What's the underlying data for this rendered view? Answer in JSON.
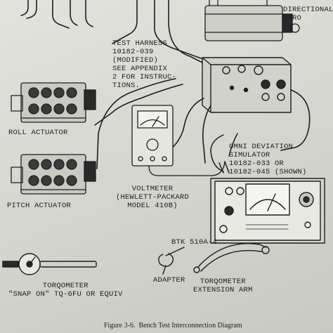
{
  "labels": {
    "gyro": "DIRECTIONAL\nGYRO",
    "test_harness": "TEST HARNESS\n10182-039\n(MODIFIED)\nSEE APPENDIX\n2 FOR INSTRUC-\nTIONS.",
    "roll_actuator": "ROLL ACTUATOR",
    "pitch_actuator": "PITCH ACTUATOR",
    "voltmeter": "VOLTMETER\n(HEWLETT-PACKARD\nMODEL 410B)",
    "omni_simulator": "OMNI DEVIATION\nSIMULATOR\n10182-033 OR\n10182-045 (SHOWN)",
    "btk": "BTK 510A-4",
    "adapter": "ADAPTER",
    "torqometer": "TORQOMETER\n\"SNAP ON\" TQ-6FU OR EQUIV",
    "extension_arm": "TORQOMETER\nEXTENSION ARM"
  },
  "caption": "Figure 3-6.  Bench Test Interconnection Diagram",
  "colors": {
    "ink": "#1e1e1e",
    "paper": "#dcdcd7",
    "panel": "#f2f2ee"
  }
}
